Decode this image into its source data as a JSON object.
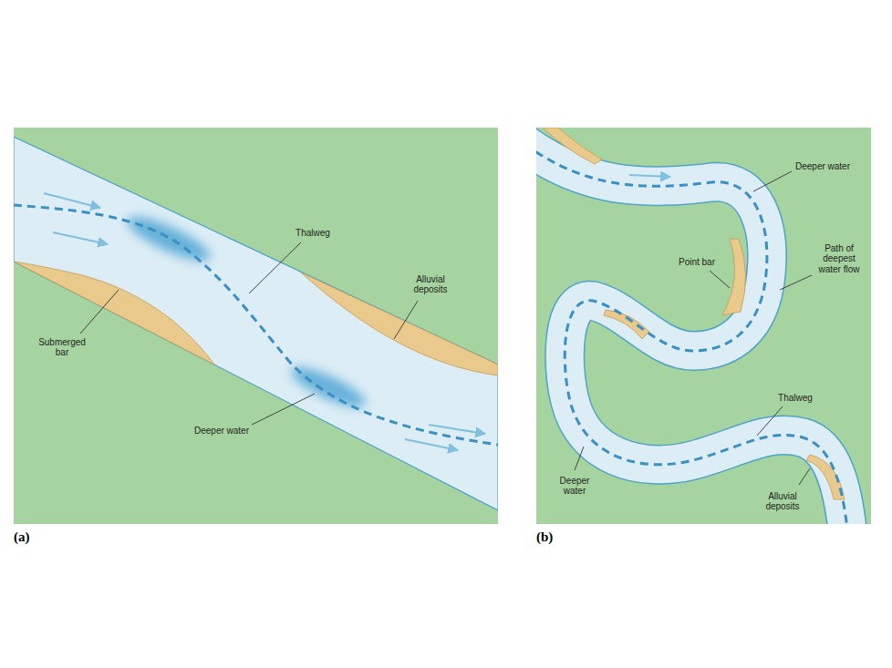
{
  "diagram": {
    "labels": [
      "Thalweg",
      "Alluvial deposits",
      "Submerged bar",
      "Deeper water",
      "(a)",
      "Deeper water",
      "Path of deepest water flow",
      "Point bar",
      "Thalweg",
      "Deeper water",
      "Alluvial deposits",
      "(b)"
    ]
  }
}
